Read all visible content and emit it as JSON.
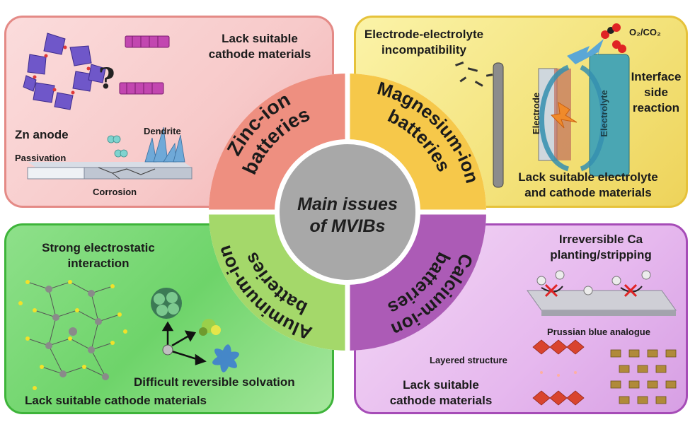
{
  "center": {
    "line1": "Main issues",
    "line2": "of MVIBs"
  },
  "rings": {
    "zinc": {
      "line1": "Zinc-ion",
      "line2": "batteries"
    },
    "magnesium": {
      "line1": "Magnesium-ion",
      "line2": "batteries"
    },
    "aluminum": {
      "line1": "Aluminum-ion",
      "line2": "batteries"
    },
    "calcium": {
      "line1": "Calcium-ion",
      "line2": "batteries"
    }
  },
  "zinc_panel": {
    "cathode_issue_1": "Lack suitable",
    "cathode_issue_2": "cathode materials",
    "question_mark": "?",
    "anode": "Zn anode",
    "dendrite": "Dendrite",
    "passivation": "Passivation",
    "corrosion": "Corrosion"
  },
  "magnesium_panel": {
    "incompat_1": "Electrode-electrolyte",
    "incompat_2": "incompatibility",
    "gas": "O₂/CO₂",
    "interface_1": "Interface",
    "interface_2": "side",
    "interface_3": "reaction",
    "electrode": "Electrode",
    "electrolyte": "Electrolyte",
    "lack_1": "Lack suitable electrolyte",
    "lack_2": "and cathode materials"
  },
  "aluminum_panel": {
    "electrostatic_1": "Strong electrostatic",
    "electrostatic_2": "interaction",
    "solvation": "Difficult reversible solvation",
    "lack": "Lack suitable cathode materials"
  },
  "calcium_panel": {
    "irreversible_1": "Irreversible Ca",
    "irreversible_2": "planting/stripping",
    "prussian": "Prussian blue analogue",
    "layered": "Layered structure",
    "lack_1": "Lack suitable",
    "lack_2": "cathode materials"
  },
  "colors": {
    "zinc": "#ee8f80",
    "magnesium": "#f6c84a",
    "aluminum": "#a4d86a",
    "calcium": "#ac5bb6",
    "center": "#a8a8a8"
  }
}
